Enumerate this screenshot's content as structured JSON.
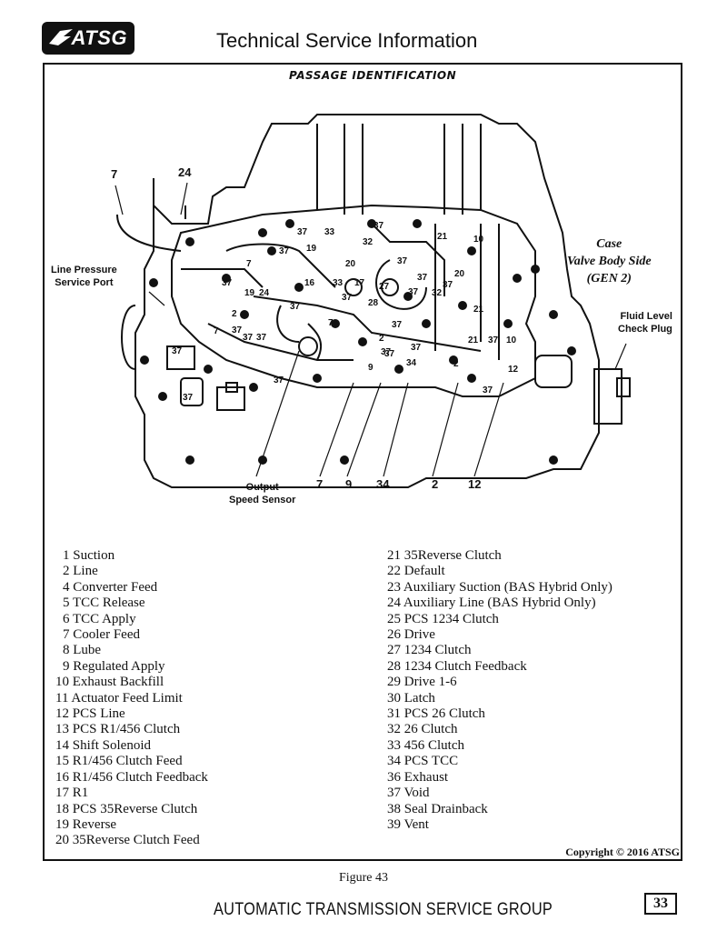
{
  "header": {
    "logo_text": "ATSG",
    "title": "Technical Service Information"
  },
  "diagram": {
    "title": "PASSAGE IDENTIFICATION",
    "callouts": {
      "line_pressure_port": "Line Pressure\nService Port",
      "case_side": "Case\nValve Body Side\n(GEN 2)",
      "fluid_level_plug": "Fluid Level\nCheck Plug",
      "output_speed_sensor": "Output\nSpeed Sensor"
    },
    "top_numbers": [
      "7",
      "24"
    ],
    "bottom_numbers": [
      "7",
      "9",
      "34",
      "2",
      "12"
    ],
    "passage_labels": [
      "37",
      "33",
      "37",
      "21",
      "10",
      "37",
      "19",
      "32",
      "7",
      "37",
      "20",
      "37",
      "37",
      "16",
      "33",
      "17",
      "27",
      "37",
      "20",
      "19",
      "24",
      "28",
      "37",
      "32",
      "37",
      "37",
      "37",
      "2",
      "7",
      "37",
      "21",
      "7",
      "37",
      "37",
      "37",
      "2",
      "21",
      "37",
      "10",
      "37",
      "9",
      "34",
      "37",
      "37",
      "2",
      "12",
      "37",
      "37",
      "37"
    ]
  },
  "legend": {
    "left": [
      "1 Suction",
      "2 Line",
      "4 Converter Feed",
      "5 TCC Release",
      "6 TCC Apply",
      "7 Cooler Feed",
      "8 Lube",
      "9 Regulated Apply",
      "10 Exhaust Backfill",
      "11 Actuator Feed Limit",
      "12 PCS Line",
      "13 PCS R1/456 Clutch",
      "14 Shift Solenoid",
      "15 R1/456 Clutch Feed",
      "16 R1/456 Clutch Feedback",
      "17 R1",
      "18 PCS 35Reverse Clutch",
      "19 Reverse",
      "20 35Reverse Clutch Feed"
    ],
    "right": [
      "21 35Reverse Clutch",
      "22 Default",
      "23 Auxiliary Suction (BAS Hybrid Only)",
      "24 Auxiliary Line (BAS Hybrid Only)",
      "25 PCS 1234 Clutch",
      "26 Drive",
      "27 1234 Clutch",
      "28 1234 Clutch Feedback",
      "29 Drive 1-6",
      "30 Latch",
      "31 PCS 26 Clutch",
      "32 26 Clutch",
      "33 456 Clutch",
      "34 PCS TCC",
      "36 Exhaust",
      "37 Void",
      "38 Seal Drainback",
      "39 Vent"
    ]
  },
  "copyright": "Copyright © 2016 ATSG",
  "figure_caption": "Figure 43",
  "footer": {
    "title": "AUTOMATIC TRANSMISSION SERVICE GROUP",
    "page_number": "33"
  }
}
